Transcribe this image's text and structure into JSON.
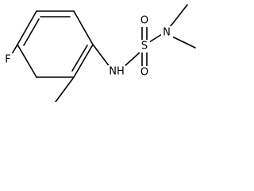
{
  "molecule": {
    "atoms": {
      "fluorine": "F",
      "nh": "NH",
      "sulfur": "S",
      "oxygen_top": "O",
      "oxygen_bottom": "O",
      "nitrogen": "N"
    }
  }
}
